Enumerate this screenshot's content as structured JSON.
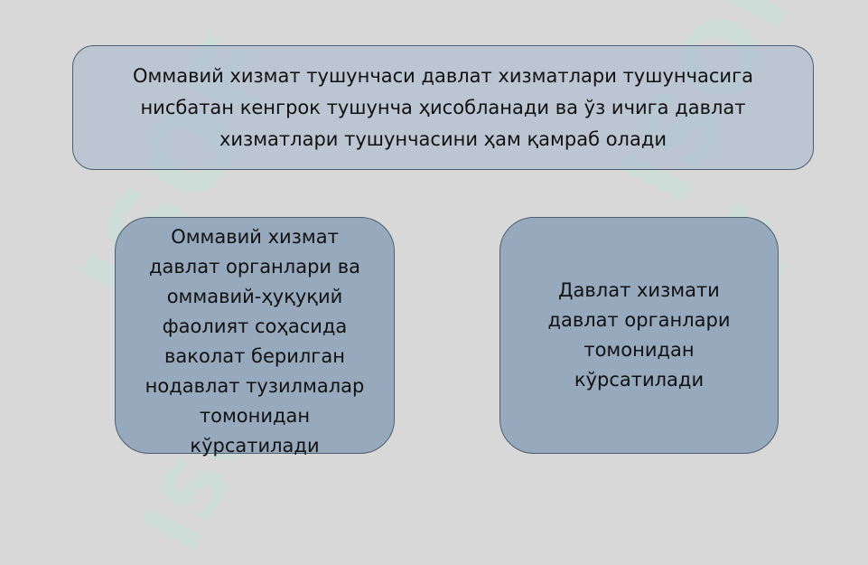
{
  "watermark": {
    "text": "ISOF"
  },
  "top_box": {
    "text": "Оммавий хизмат тушунчаси давлат хизматлари тушунчасига\nнисбатан кенгрок тушунча ҳисобланади ва ўз ичига давлат\nхизматлари тушунчасини ҳам қамраб олади"
  },
  "left_box": {
    "text": "Оммавий хизмат\nдавлат органлари ва\nоммавий-ҳуқуқий\nфаолият соҳасида\nваколат берилган\nнодавлат тузилмалар\nтомонидан\nкўрсатилади"
  },
  "right_box": {
    "text": "Давлат хизмати\nдавлат органлари\nтомонидан\nкўрсатилади"
  },
  "colors": {
    "background": "#d8d8d8",
    "box_fill": "#97a9bd",
    "box_border": "#4d5e70",
    "watermark": "#c6e2d9"
  }
}
